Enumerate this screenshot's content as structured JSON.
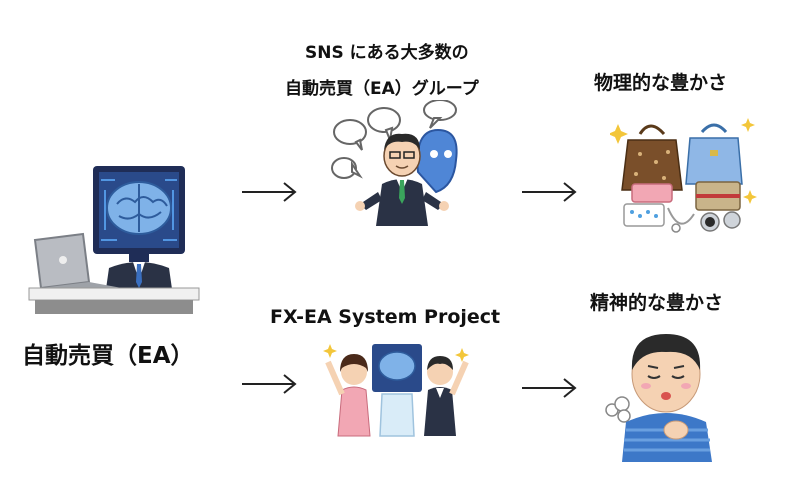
{
  "source": {
    "label": "自動売買（EA）",
    "icon": "brain-monitor-businessman-icon"
  },
  "top_path": {
    "caption_line1": "SNS にある大多数の",
    "caption_line2": "自動売買（EA）グループ",
    "group_icon": "businessman-speech-bubbles-ghost-icon",
    "result_label": "物理的な豊かさ",
    "result_icon": "luxury-bags-jewelry-icon"
  },
  "bottom_path": {
    "caption": "FX-EA System Project",
    "group_icon": "happy-people-brain-monitor-icon",
    "result_label": "精神的な豊かさ",
    "result_icon": "relieved-man-icon"
  },
  "colors": {
    "brain": "#6fa6e0",
    "monitor": "#1f2d57",
    "suit": "#2a3245",
    "skin": "#f5d2b3",
    "shirt": "#3d78c8"
  }
}
